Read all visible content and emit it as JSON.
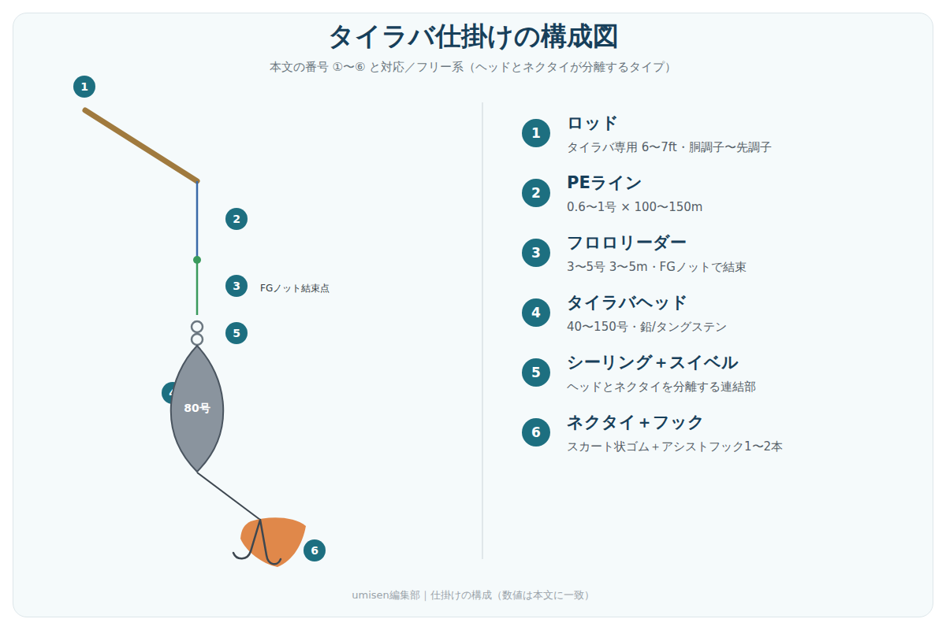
{
  "diagram": {
    "title": "タイラバ仕掛けの構成図",
    "caption": "本文の番号 ①〜⑥ と対応／フリー系（ヘッドとネクタイが分離するタイプ）",
    "nodes": [
      {
        "text": [
          "80号"
        ]
      }
    ],
    "edges": [],
    "labels": [
      "1",
      "2",
      "3",
      "FGノット結束点",
      "5",
      "4",
      "6",
      "1",
      "ロッド",
      "タイラバ専用 6〜7ft・胴調子〜先調子",
      "2",
      "PEライン",
      "0.6〜1号 × 100〜150m",
      "3",
      "フロロリーダー",
      "3〜5号 3〜5m・FGノットで結束",
      "4",
      "タイラバヘッド",
      "40〜150号・鉛/タングステン",
      "5",
      "シーリング＋スイベル",
      "ヘッドとネクタイを分離する連結部",
      "6",
      "ネクタイ＋フック",
      "スカート状ゴム＋アシストフック1〜2本",
      "umisen編集部｜仕掛けの構成（数値は本文に一致）"
    ]
  }
}
